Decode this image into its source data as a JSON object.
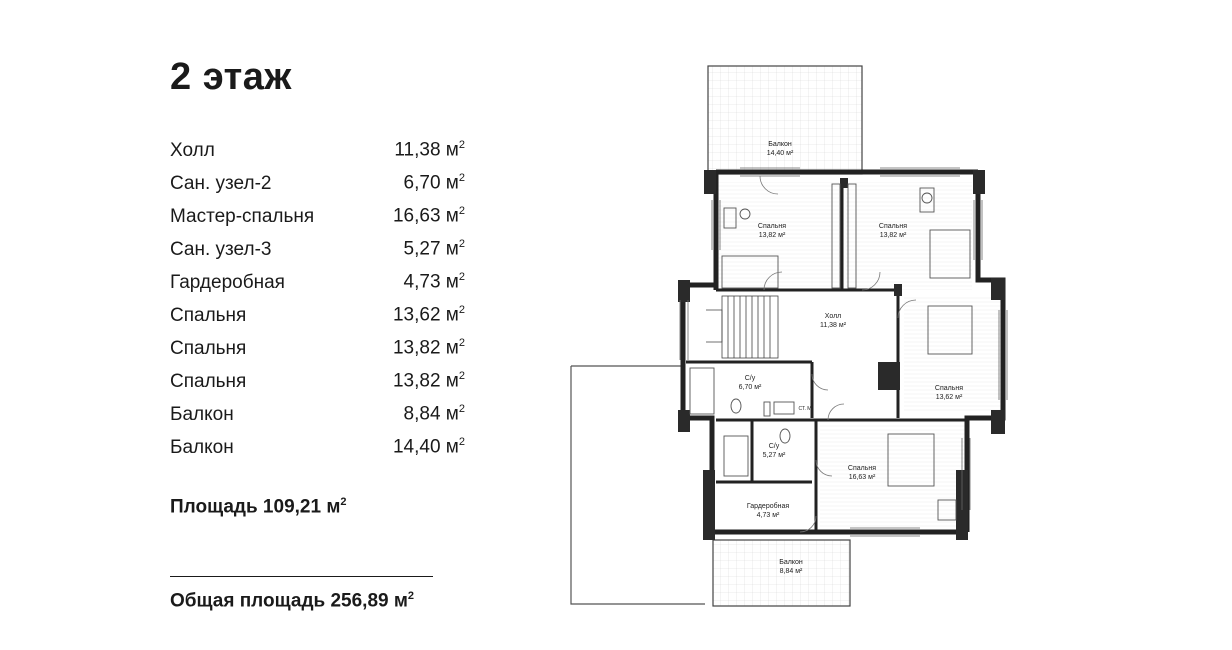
{
  "title": "2 этаж",
  "rooms": [
    {
      "name": "Холл",
      "area": "11,38 м",
      "unit_sup": "2"
    },
    {
      "name": "Сан. узел-2",
      "area": "6,70 м",
      "unit_sup": "2"
    },
    {
      "name": "Мастер-спальня",
      "area": "16,63 м",
      "unit_sup": "2"
    },
    {
      "name": "Сан. узел-3",
      "area": "5,27 м",
      "unit_sup": "2"
    },
    {
      "name": "Гардеробная",
      "area": "4,73 м",
      "unit_sup": "2"
    },
    {
      "name": "Спальня",
      "area": "13,62 м",
      "unit_sup": "2"
    },
    {
      "name": "Спальня",
      "area": "13,82 м",
      "unit_sup": "2"
    },
    {
      "name": "Спальня",
      "area": "13,82 м",
      "unit_sup": "2"
    },
    {
      "name": "Балкон",
      "area": "8,84 м",
      "unit_sup": "2"
    },
    {
      "name": "Балкон",
      "area": "14,40 м",
      "unit_sup": "2"
    }
  ],
  "floor_area": {
    "text": "Площадь 109,21 м",
    "sup": "2"
  },
  "total_area": {
    "text": "Общая площадь 256,89 м",
    "sup": "2"
  },
  "plan_labels": {
    "balcony_top_name": "Балкон",
    "balcony_top_area": "14,40 м²",
    "bedroom_tl_name": "Спальня",
    "bedroom_tl_area": "13,82 м²",
    "bedroom_tr_name": "Спальня",
    "bedroom_tr_area": "13,82 м²",
    "hall_name": "Холл",
    "hall_area": "11,38 м²",
    "bath2_name": "С/у",
    "bath2_area": "6,70 м²",
    "bedroom_r_name": "Спальня",
    "bedroom_r_area": "13,62 м²",
    "bath3_name": "С/у",
    "bath3_area": "5,27 м²",
    "master_name": "Спальня",
    "master_area": "16,63 м²",
    "wardrobe_name": "Гардеробная",
    "wardrobe_area": "4,73 м²",
    "balcony_bottom_name": "Балкон",
    "balcony_bottom_area": "8,84 м²",
    "washer_label": "СТ. М"
  }
}
